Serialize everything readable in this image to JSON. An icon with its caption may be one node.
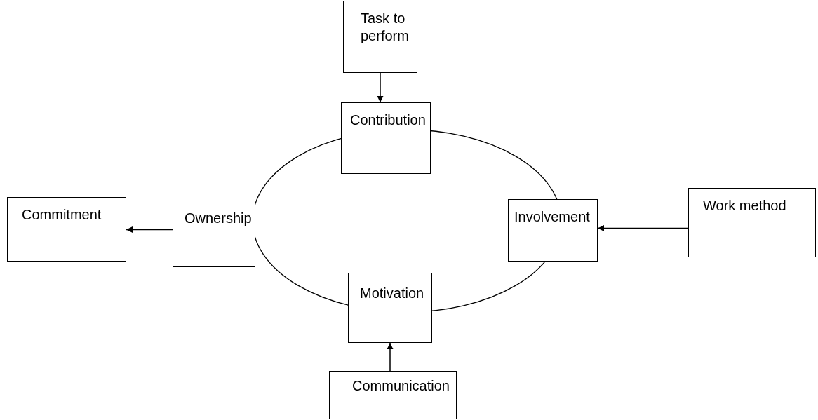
{
  "diagram": {
    "nodes": [
      {
        "text": [
          "Task to perform"
        ]
      },
      {
        "text": [
          "Contribution"
        ]
      },
      {
        "text": [
          "Commitment"
        ]
      },
      {
        "text": [
          "Ownership"
        ]
      },
      {
        "text": [
          "Involvement"
        ]
      },
      {
        "text": [
          "Work method"
        ]
      },
      {
        "text": [
          "Motivation"
        ]
      },
      {
        "text": [
          "Communication"
        ]
      }
    ],
    "edges": [
      {
        "from": 0,
        "to": 1,
        "arrow": "to"
      },
      {
        "from": 3,
        "to": 2,
        "arrow": "to"
      },
      {
        "from": 5,
        "to": 4,
        "arrow": "to"
      },
      {
        "from": 7,
        "to": 6,
        "arrow": "to"
      }
    ]
  }
}
